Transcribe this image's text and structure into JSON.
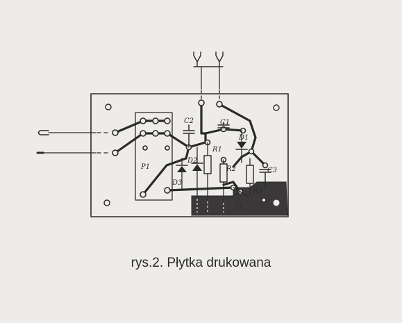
{
  "figure": {
    "caption": "rys.2. Płytka drukowana",
    "component_labels": {
      "p1": "P1",
      "c1": "C1",
      "c2": "C2",
      "c3": "C3",
      "r1": "R1",
      "r2": "R2",
      "r3": "R3",
      "d1": "D1",
      "d2": "D2",
      "d3": "D3",
      "t1": "T1"
    },
    "colors": {
      "ink": "#2b2a2a",
      "paper": "#eeece9",
      "ground_plane": "#3a3838"
    }
  }
}
